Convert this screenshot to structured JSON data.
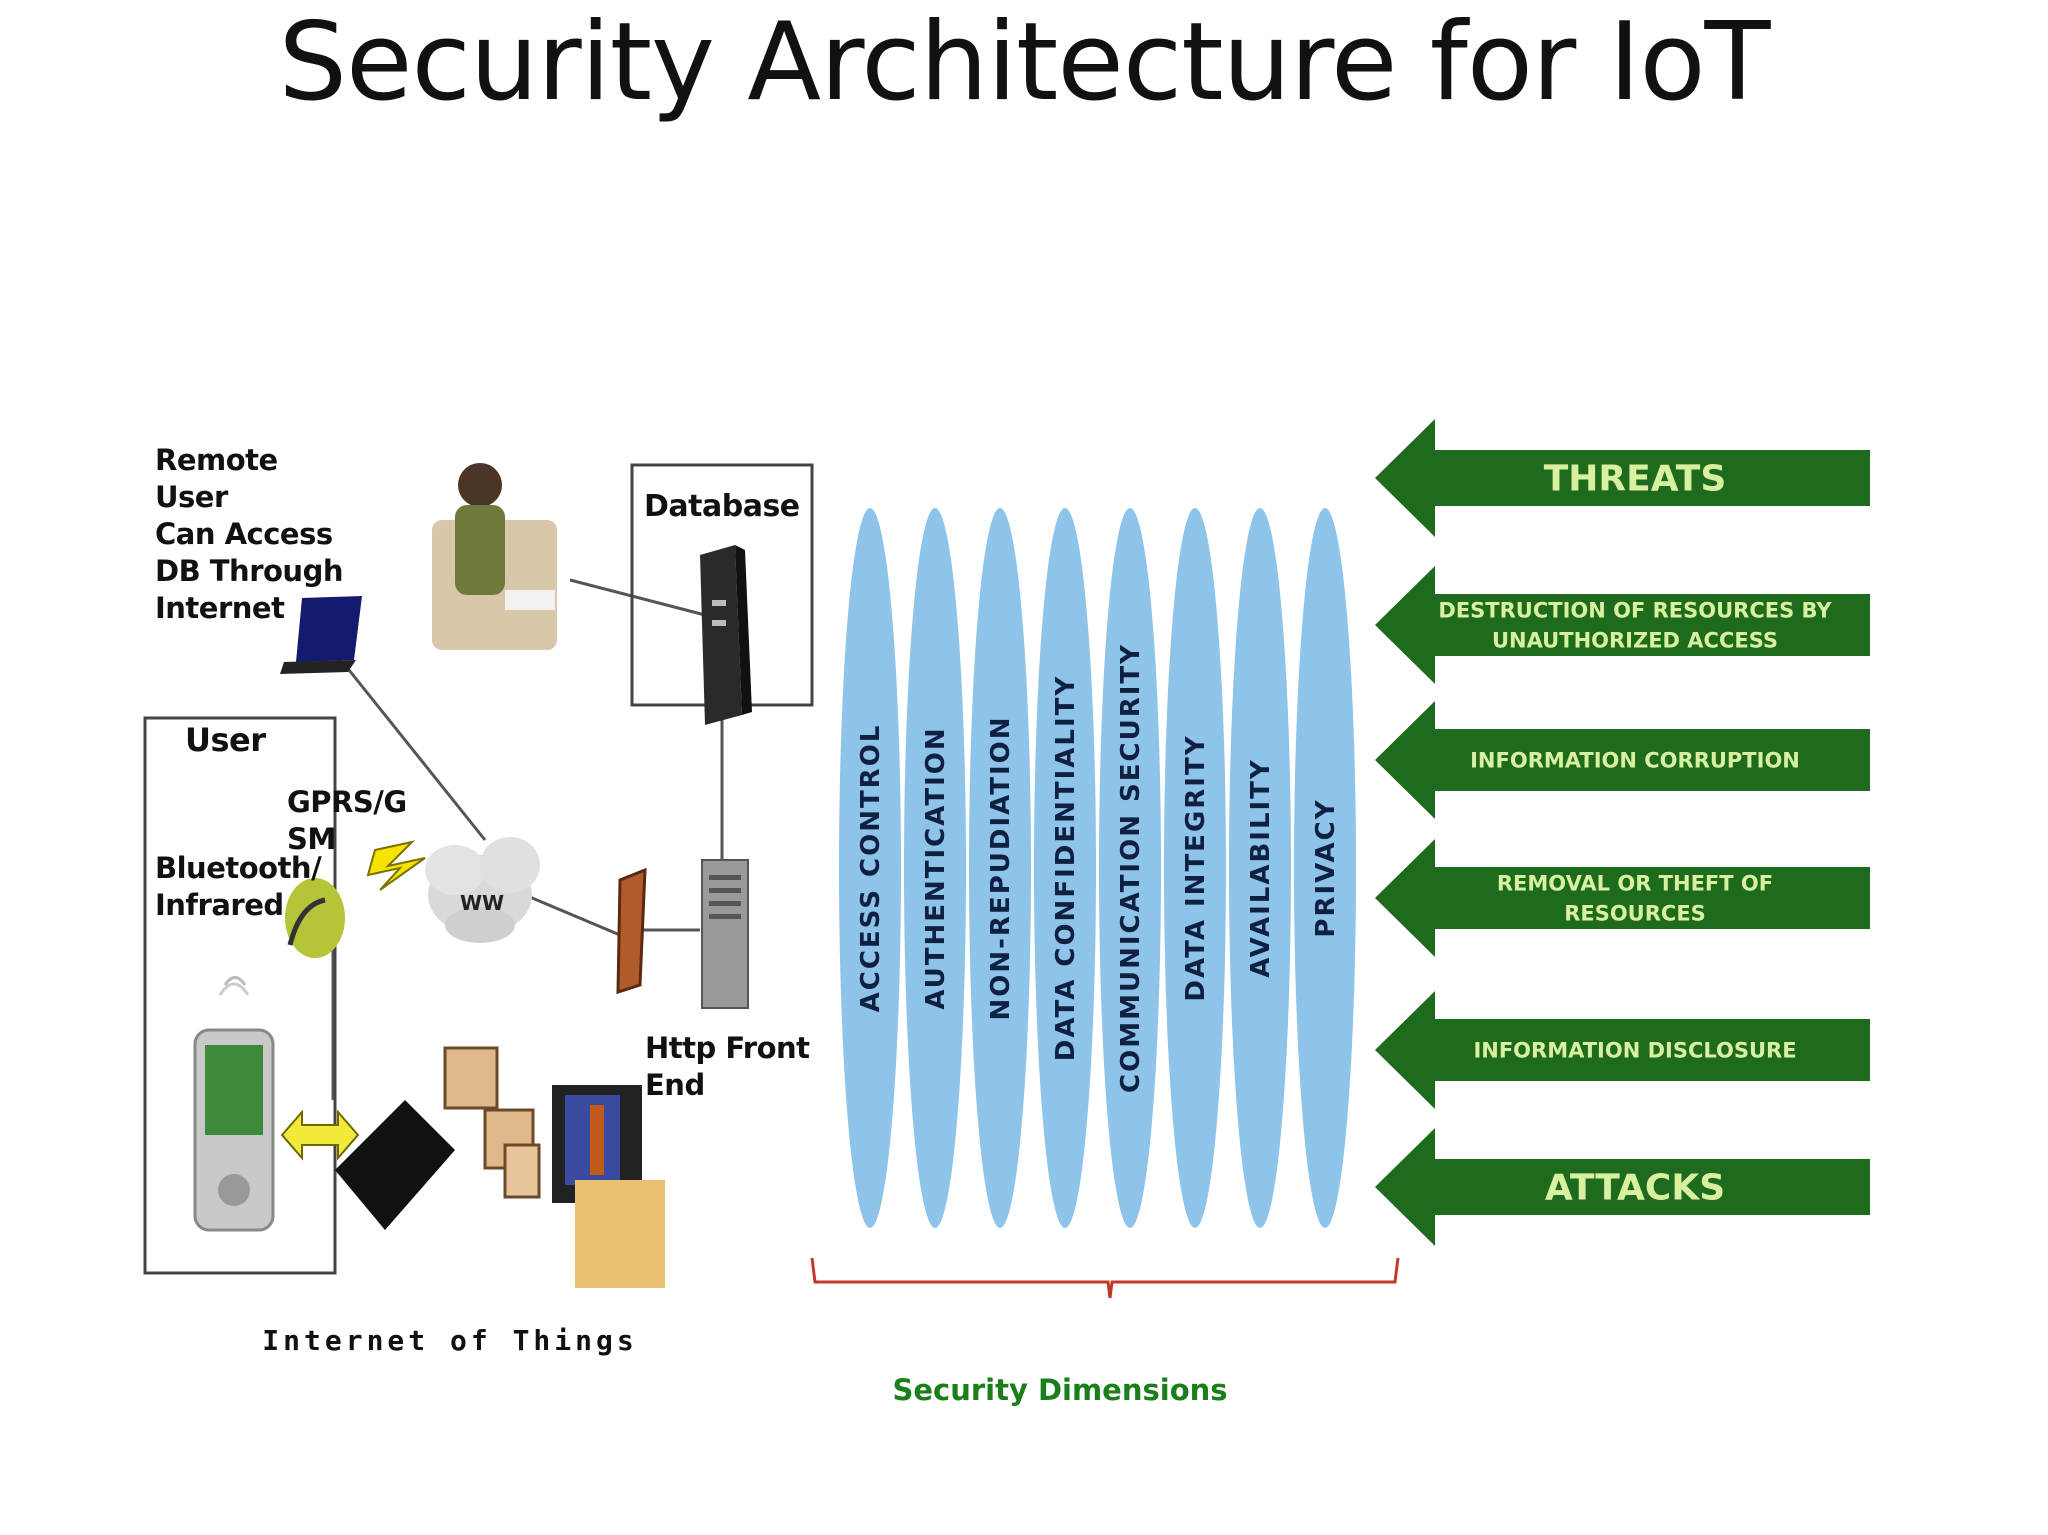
{
  "title": "Security Architecture for IoT",
  "left_panel": {
    "remote_user_label": [
      "Remote",
      "User",
      "Can Access",
      "DB Through",
      "Internet"
    ],
    "database_label": "Database",
    "user_label": "User",
    "gprs_label": [
      "GPRS/G",
      "SM"
    ],
    "bluetooth_label": [
      "Bluetooth/",
      "Infrared"
    ],
    "www_label": "WW",
    "http_label": [
      "Http Front",
      "End"
    ],
    "iot_caption": "Internet of Things"
  },
  "security_dimensions": {
    "items": [
      "ACCESS CONTROL",
      "AUTHENTICATION",
      "NON-REPUDIATION",
      "DATA CONFIDENTIALITY",
      "COMMUNICATION SECURITY",
      "DATA INTEGRITY",
      "AVAILABILITY",
      "PRIVACY"
    ],
    "caption": "Security Dimensions",
    "ellipse_color": "#8ec3ea",
    "brace_color": "#c0392b"
  },
  "threats": {
    "items": [
      {
        "lines": [
          "THREATS"
        ],
        "size": "large"
      },
      {
        "lines": [
          "DESTRUCTION OF RESOURCES BY",
          "UNAUTHORIZED ACCESS"
        ],
        "size": "small"
      },
      {
        "lines": [
          "INFORMATION CORRUPTION"
        ],
        "size": "small"
      },
      {
        "lines": [
          "REMOVAL OR THEFT OF",
          "RESOURCES"
        ],
        "size": "small"
      },
      {
        "lines": [
          "INFORMATION DISCLOSURE"
        ],
        "size": "small"
      },
      {
        "lines": [
          "ATTACKS"
        ],
        "size": "large"
      }
    ],
    "arrow_color": "#1e6b1e"
  },
  "colors": {
    "caption_green": "#1a7f1a"
  }
}
